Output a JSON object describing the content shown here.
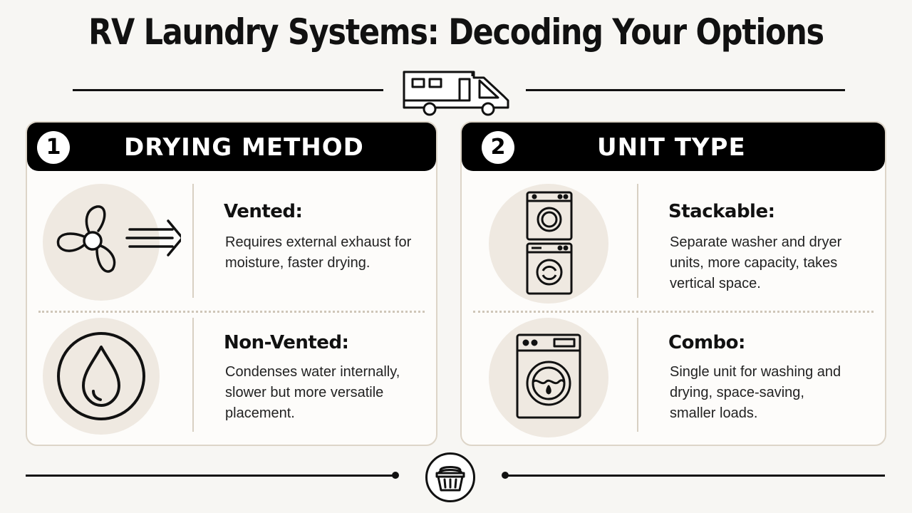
{
  "title": "RV Laundry Systems: Decoding Your Options",
  "cards": [
    {
      "number": "1",
      "title": "DRYING METHOD",
      "items": [
        {
          "label": "Vented:",
          "description": "Requires external exhaust for moisture, faster drying.",
          "icon": "fan-exhaust-icon"
        },
        {
          "label": "Non-Vented:",
          "description": "Condenses water internally, slower but more versatile placement.",
          "icon": "water-drop-icon"
        }
      ]
    },
    {
      "number": "2",
      "title": "UNIT TYPE",
      "items": [
        {
          "label": "Stackable:",
          "description": "Separate washer and dryer units, more capacity, takes vertical space.",
          "icon": "stacked-washer-dryer-icon"
        },
        {
          "label": "Combo:",
          "description": "Single unit for washing and drying, space-saving, smaller loads.",
          "icon": "combo-washer-icon"
        }
      ]
    }
  ],
  "icons": {
    "header": "rv-icon",
    "footer": "laundry-basket-icon"
  },
  "colors": {
    "accent": "#000000",
    "icon_background": "#efe9e1",
    "card_border": "#ddd5c8",
    "background": "#f7f6f3"
  }
}
